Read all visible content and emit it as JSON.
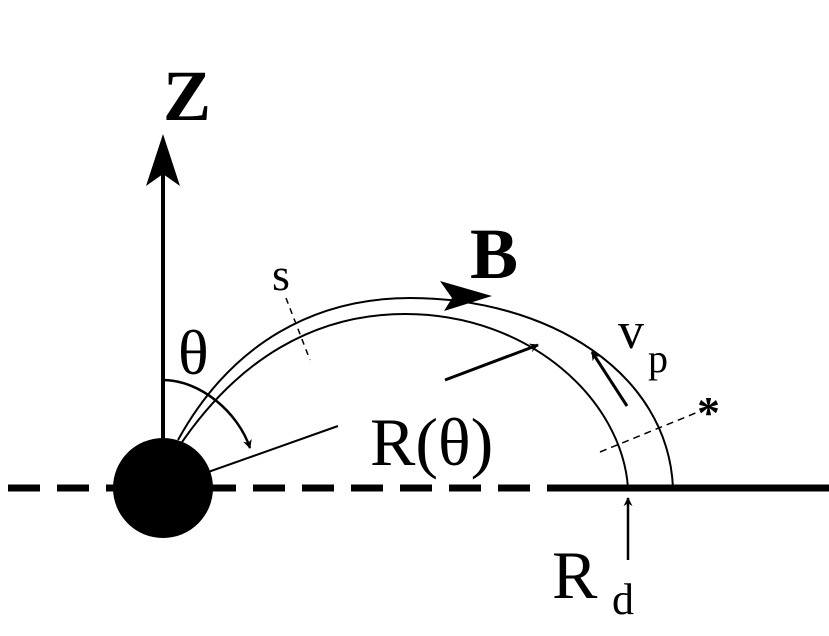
{
  "labels": {
    "z_axis": "Z",
    "field": "B",
    "arc_coordinate": "s",
    "angle": "θ",
    "radius": "R(θ)",
    "velocity": "v",
    "velocity_sub": "p",
    "marker": "*",
    "disk_radius": "R",
    "disk_radius_sub": "d"
  },
  "colors": {
    "ink": "#000000",
    "background": "#ffffff"
  }
}
